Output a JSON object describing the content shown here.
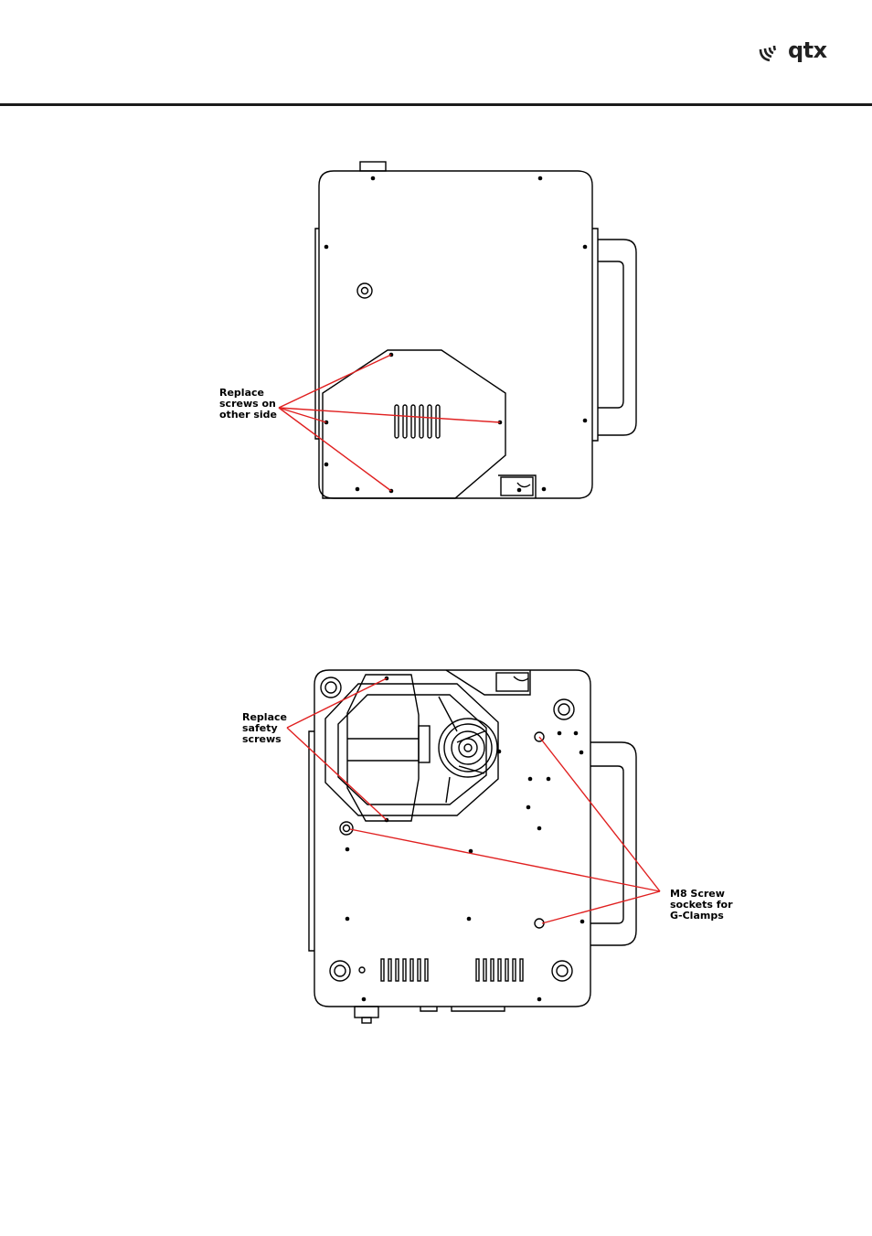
{
  "header": {
    "brand": "qtx",
    "logo_icon": "wave-arcs-icon"
  },
  "figure_top": {
    "callout": {
      "lines": [
        "Replace",
        "screws on",
        "other side"
      ]
    }
  },
  "figure_bottom": {
    "callout_safety": {
      "lines": [
        "Replace",
        "safety",
        "screws"
      ]
    },
    "callout_sockets": {
      "lines": [
        "M8 Screw",
        "sockets for",
        "G-Clamps"
      ]
    }
  },
  "colors": {
    "line": "#000000",
    "leader": "#e02020",
    "rule": "#1a1a1a"
  }
}
